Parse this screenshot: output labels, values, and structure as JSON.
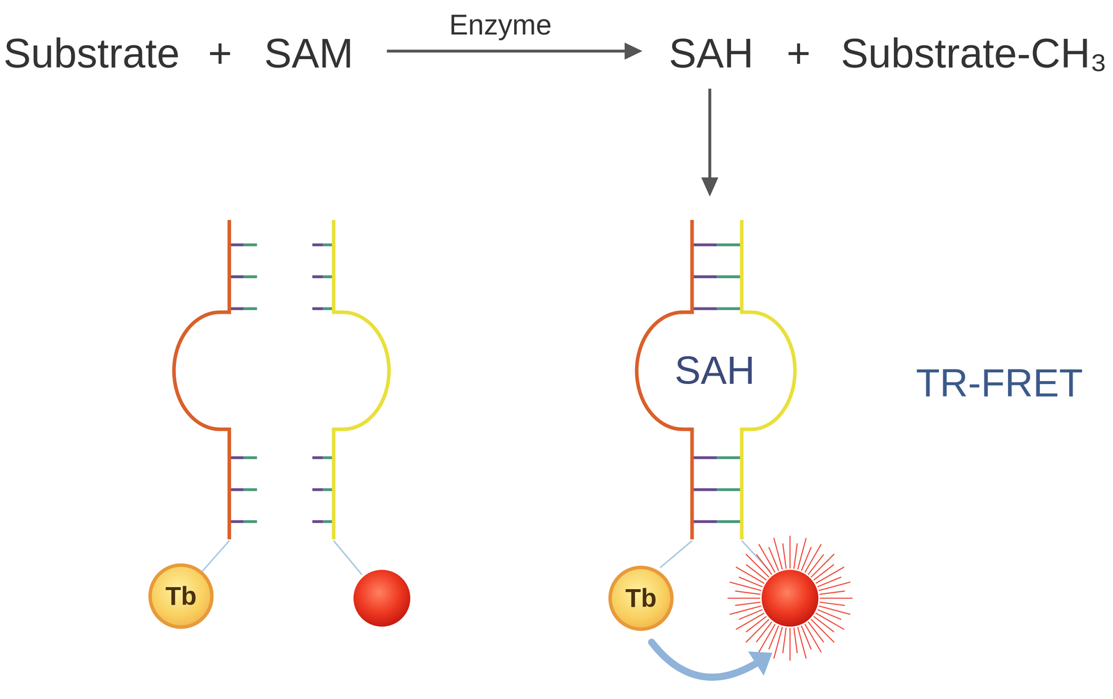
{
  "diagram": {
    "nodes": [
      {
        "text": [
          "Tb"
        ]
      },
      {
        "text": [
          "SAH"
        ]
      },
      {
        "text": [
          "Tb"
        ]
      }
    ],
    "labels": [
      "Substrate",
      "+",
      "SAM",
      "Enzyme",
      "SAH",
      "+",
      "Substrate-CH₃",
      "TR-FRET"
    ]
  }
}
